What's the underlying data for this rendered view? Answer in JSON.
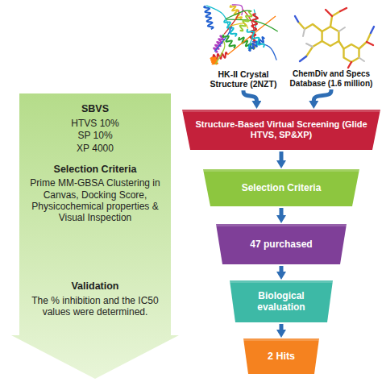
{
  "diagram": {
    "nodes": [
      {
        "text": [
          "HK-II Crystal Structure (2NZT)"
        ]
      },
      {
        "text": [
          "ChemDiv and Specs Database (1.6 million)"
        ]
      },
      {
        "text": [
          "SBVS",
          "HTVS 10%",
          "SP 10%",
          "XP 4000",
          "Selection Criteria",
          "Prime MM-GBSA Clustering in Canvas, Docking Score, Physicochemical properties & Visual Inspection",
          "Validation",
          "The % inhibition and the IC50 values were determined."
        ]
      },
      {
        "text": [
          "Structure-Based Virtual Screening (Glide HTVS, SP&XP)"
        ]
      },
      {
        "text": [
          "Selection Criteria"
        ]
      },
      {
        "text": [
          "47 purchased"
        ]
      },
      {
        "text": [
          "Biological evaluation"
        ]
      },
      {
        "text": [
          "2 Hits"
        ]
      }
    ],
    "edges": [
      {
        "from": 0,
        "to": 3,
        "arrow": "to"
      },
      {
        "from": 1,
        "to": 3,
        "arrow": "to"
      },
      {
        "from": 3,
        "to": 4,
        "arrow": "to"
      },
      {
        "from": 4,
        "to": 5,
        "arrow": "to"
      },
      {
        "from": 5,
        "to": 6,
        "arrow": "to"
      },
      {
        "from": 6,
        "to": 7,
        "arrow": "to"
      }
    ]
  }
}
